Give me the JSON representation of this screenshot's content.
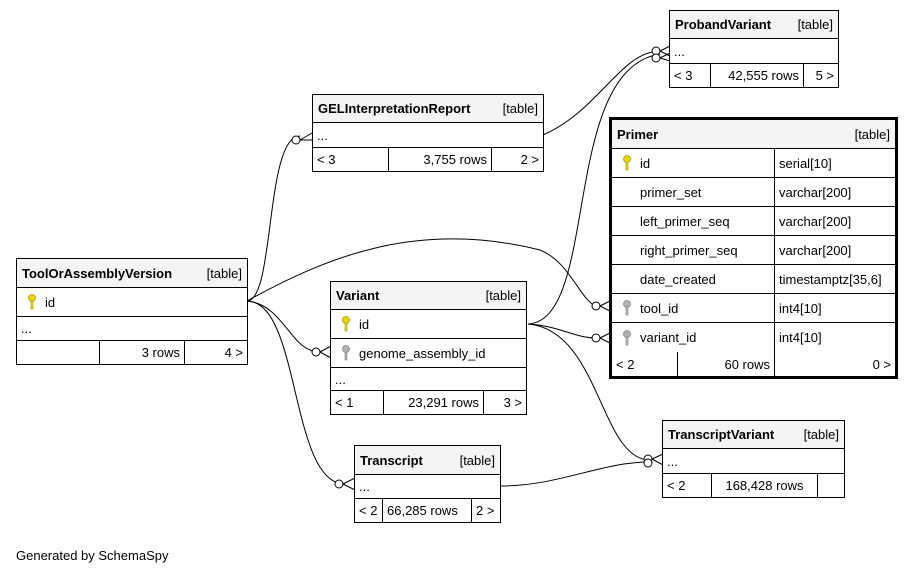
{
  "tables": {
    "proband_variant": {
      "name": "ProbandVariant",
      "kind": "[table]",
      "ellipsis": "...",
      "parents": "< 3",
      "rows": "42,555 rows",
      "children": "5 >"
    },
    "gel_report": {
      "name": "GELInterpretationReport",
      "kind": "[table]",
      "ellipsis": "...",
      "parents": "< 3",
      "rows": "3,755 rows",
      "children": "2 >"
    },
    "tool": {
      "name": "ToolOrAssemblyVersion",
      "kind": "[table]",
      "col_id": "id",
      "ellipsis": "...",
      "parents": "",
      "rows": "3 rows",
      "children": "4 >"
    },
    "variant": {
      "name": "Variant",
      "kind": "[table]",
      "col_id": "id",
      "col_genome": "genome_assembly_id",
      "ellipsis": "...",
      "parents": "< 1",
      "rows": "23,291 rows",
      "children": "3 >"
    },
    "transcript": {
      "name": "Transcript",
      "kind": "[table]",
      "ellipsis": "...",
      "parents": "< 2",
      "rows": "66,285 rows",
      "children": "2 >"
    },
    "transcript_variant": {
      "name": "TranscriptVariant",
      "kind": "[table]",
      "ellipsis": "...",
      "parents": "< 2",
      "rows": "168,428 rows",
      "children": ""
    },
    "primer": {
      "name": "Primer",
      "kind": "[table]",
      "columns": [
        {
          "name": "id",
          "type": "serial[10]"
        },
        {
          "name": "primer_set",
          "type": "varchar[200]"
        },
        {
          "name": "left_primer_seq",
          "type": "varchar[200]"
        },
        {
          "name": "right_primer_seq",
          "type": "varchar[200]"
        },
        {
          "name": "date_created",
          "type": "timestamptz[35,6]"
        },
        {
          "name": "tool_id",
          "type": "int4[10]"
        },
        {
          "name": "variant_id",
          "type": "int4[10]"
        }
      ],
      "parents": "< 2",
      "rows": "60 rows",
      "children": "0 >"
    }
  },
  "footer": "Generated by SchemaSpy",
  "colors": {
    "primary_key": "#e8d800",
    "foreign_key": "#b0b0b0",
    "header_bg": "#f4f4f4"
  }
}
